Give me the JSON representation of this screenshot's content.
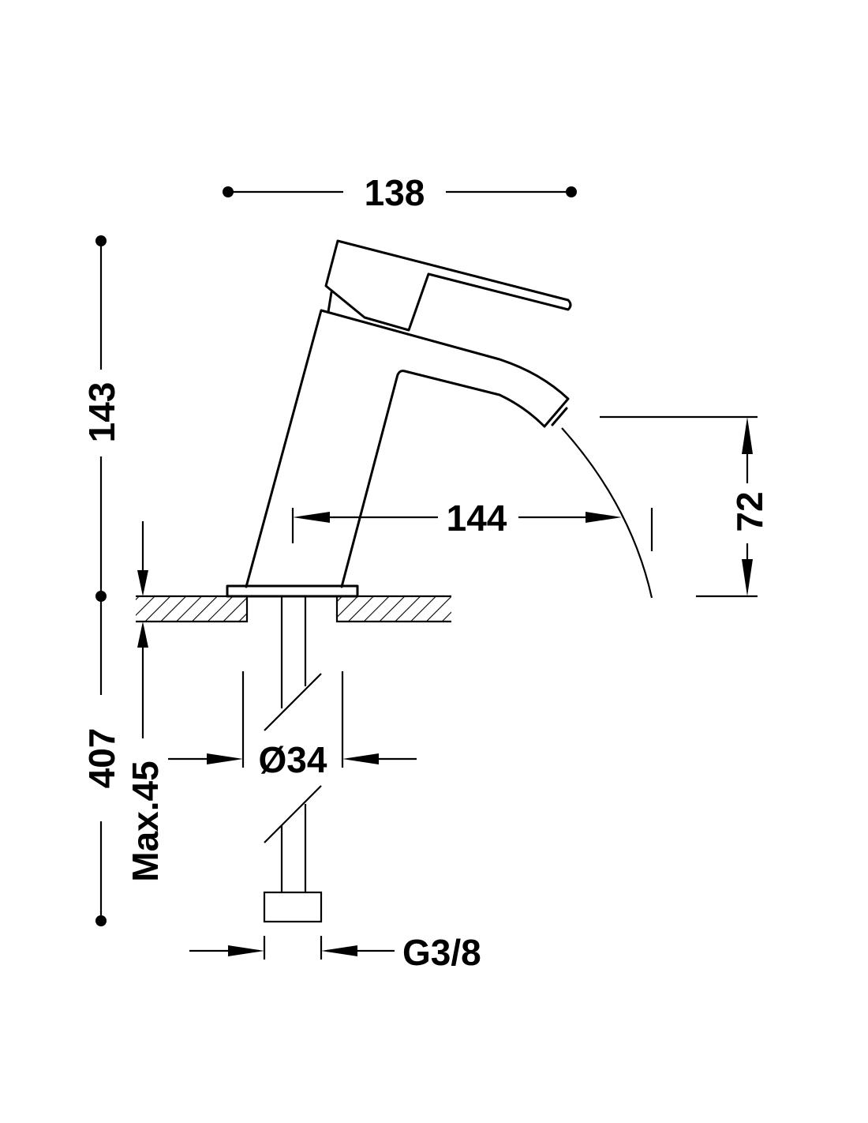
{
  "dimensions": {
    "overall_width": "138",
    "overall_height": "143",
    "hose_length": "407",
    "spout_reach": "144",
    "spout_height": "72",
    "deck_thickness": "Max.45",
    "hole_diameter": "Ø34",
    "connection": "G3/8"
  },
  "colors": {
    "line": "#000000",
    "background": "#ffffff"
  }
}
